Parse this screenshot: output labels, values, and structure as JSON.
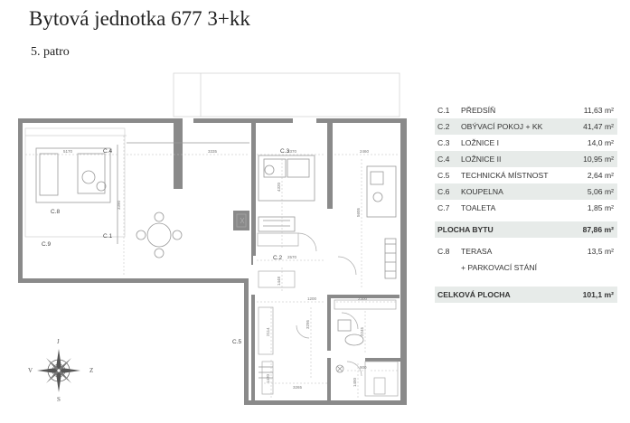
{
  "header": {
    "title": "Bytová jednotka 677  3+kk",
    "floor": "5. patro"
  },
  "rooms_table": [
    {
      "code": "C.1",
      "label": "PŘEDSÍŇ",
      "value": "11,63 m²",
      "shaded": false
    },
    {
      "code": "C.2",
      "label": "OBÝVACÍ POKOJ + KK",
      "value": "41,47 m²",
      "shaded": true
    },
    {
      "code": "C.3",
      "label": "LOŽNICE I",
      "value": "14,0 m²",
      "shaded": false
    },
    {
      "code": "C.4",
      "label": "LOŽNICE II",
      "value": "10,95 m²",
      "shaded": true
    },
    {
      "code": "C.5",
      "label": "TECHNICKÁ MÍSTNOST",
      "value": "2,64 m²",
      "shaded": false
    },
    {
      "code": "C.6",
      "label": "KOUPELNA",
      "value": "5,06 m²",
      "shaded": true
    },
    {
      "code": "C.7",
      "label": "TOALETA",
      "value": "1,85 m²",
      "shaded": false
    }
  ],
  "plocha_bytu": {
    "label": "PLOCHA BYTU",
    "value": "87,86 m²"
  },
  "extras": [
    {
      "code": "C.8",
      "label": "TERASA",
      "value": "13,5 m²"
    },
    {
      "code": "",
      "label": "+ PARKOVACÍ STÁNÍ",
      "value": ""
    }
  ],
  "celkova_plocha": {
    "label": "CELKOVÁ PLOCHA",
    "value": "101,1 m²"
  },
  "plan_labels": {
    "c4": "C.4",
    "c3": "C.3",
    "c8": "C.8",
    "c1": "C.1",
    "c9": "C.9",
    "c2": "C.2",
    "c5": "C.5"
  },
  "dimensions": [
    "5170",
    "3335",
    "2370",
    "2460",
    "3390",
    "4320",
    "5605",
    "2570",
    "1900",
    "1448",
    "1200",
    "2300",
    "2114",
    "2245",
    "3295",
    "3265",
    "1420",
    "900",
    "1450"
  ],
  "compass": {
    "n": "J",
    "s": "S",
    "w": "V",
    "e": "Z"
  }
}
